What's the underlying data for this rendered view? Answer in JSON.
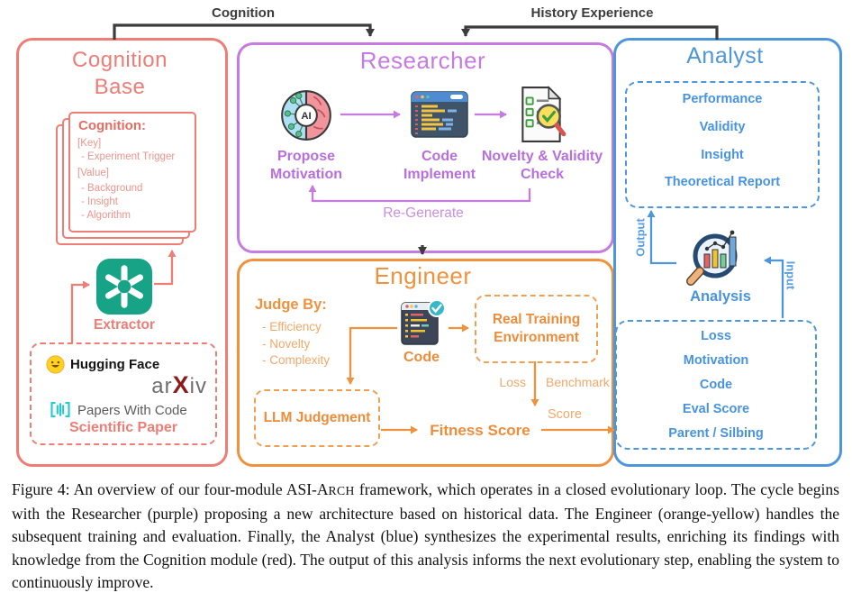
{
  "colors": {
    "cognition_red": "#ee7d75",
    "researcher_purple": "#c77be0",
    "engineer_orange": "#f0923d",
    "analyst_blue": "#4d96d9",
    "arrow_dark": "#3c3c3c"
  },
  "top_arrows": {
    "cognition_label": "Cognition",
    "history_label": "History Experience"
  },
  "cognition_base": {
    "title_line1": "Cognition",
    "title_line2": "Base",
    "card": {
      "heading": "Cognition:",
      "key_label": "[Key]",
      "key_item": "- Experiment Trigger",
      "value_label": "[Value]",
      "value_items": [
        "- Background",
        "- Insight",
        "- Algorithm"
      ]
    },
    "extractor_label": "Extractor",
    "sources": {
      "huggingface": "Hugging Face",
      "arxiv_ar": "ar",
      "arxiv_x": "X",
      "arxiv_iv": "iv",
      "papers_with_code": "Papers With Code",
      "label": "Scientific Paper"
    }
  },
  "researcher": {
    "title": "Researcher",
    "steps": [
      {
        "label": "Propose Motivation"
      },
      {
        "label": "Code Implement"
      },
      {
        "label": "Novelty & Validity Check"
      }
    ],
    "regenerate_label": "Re-Generate"
  },
  "engineer": {
    "title": "Engineer",
    "judge_by": {
      "heading": "Judge By:",
      "items": [
        "- Efficiency",
        "- Novelty",
        "- Complexity"
      ]
    },
    "code_label": "Code",
    "real_training_label": "Real Training Environment",
    "loss_label": "Loss",
    "benchmark_label": "Benchmark",
    "llm_judgement_label": "LLM Judgement",
    "fitness_label": "Fitness Score",
    "score_label": "Score"
  },
  "analyst": {
    "title": "Analyst",
    "report_items": [
      "Performance",
      "Validity",
      "Insight",
      "Theoretical Report"
    ],
    "output_label": "Output",
    "input_label": "Input",
    "analysis_label": "Analysis",
    "history_items": [
      "Loss",
      "Motivation",
      "Code",
      "Eval Score",
      "Parent / Silbing"
    ]
  },
  "icons": {
    "ai_brain": "ai-brain-icon",
    "code_editor": "code-editor-icon",
    "novelty_check": "document-check-magnifier-icon",
    "openai": "openai-logo-icon",
    "huggingface": "hugging-face-icon",
    "papers_with_code": "papers-with-code-icon",
    "engineer_code": "code-file-check-icon",
    "analysis": "magnifier-chart-icon"
  },
  "caption": {
    "part1": "Figure 4:  An overview of our four-module ASI-A",
    "smallcaps": "RCH",
    "part2": " framework, which operates in a closed evolutionary loop. The cycle begins with the Researcher (purple) proposing a new architecture based on historical data. The Engineer (orange-yellow) handles the subsequent training and evaluation. Finally, the Analyst (blue) synthesizes the experimental results, enriching its findings with knowledge from the Cognition module (red). The output of this analysis informs the next evolutionary step, enabling the system to continuously improve."
  }
}
